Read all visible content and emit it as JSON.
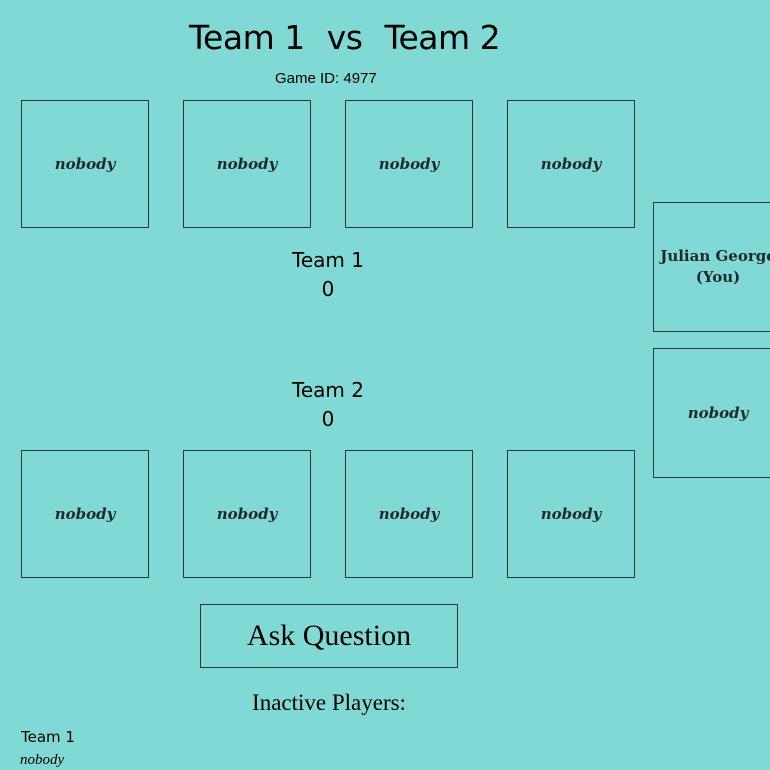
{
  "header": {
    "team1": "Team 1",
    "vs": "vs",
    "team2": "Team 2",
    "game_id": "Game ID: 4977"
  },
  "team1_seats": [
    "nobody",
    "nobody",
    "nobody",
    "nobody"
  ],
  "team2_seats": [
    "nobody",
    "nobody",
    "nobody",
    "nobody"
  ],
  "side_seats": {
    "current_player": "Julian George",
    "current_player_tag": "(You)",
    "other": "nobody"
  },
  "scores": {
    "team1": {
      "label": "Team 1",
      "score": "0"
    },
    "team2": {
      "label": "Team 2",
      "score": "0"
    }
  },
  "actions": {
    "ask_question": "Ask Question"
  },
  "inactive": {
    "heading": "Inactive Players:",
    "team_label": "Team 1",
    "players": [
      "nobody"
    ]
  },
  "colors": {
    "background": "#80d9d4",
    "border": "#333333"
  }
}
